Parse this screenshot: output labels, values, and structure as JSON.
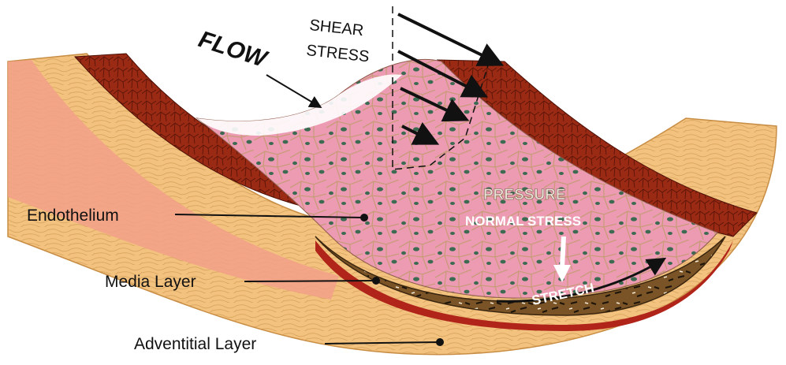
{
  "labels": {
    "flow": "FLOW",
    "shear_line1": "SHEAR",
    "shear_line2": "STRESS",
    "pressure": "PRESSURE",
    "normal_stress": "NORMAL STRESS",
    "stretch": "STRETCH",
    "endothelium": "Endothelium",
    "media_layer": "Media Layer",
    "adventitial_layer": "Adventitial Layer"
  },
  "colors": {
    "adventitia": "#f2c27e",
    "adventitia_dark": "#d9a55f",
    "media_red": "#9b2a14",
    "endothelium_pink": "#e98aa6",
    "cell_border": "#c9a07a",
    "nucleus": "#3d6b52",
    "lumen_brown": "#6b4a22",
    "arrow": "#111111"
  }
}
